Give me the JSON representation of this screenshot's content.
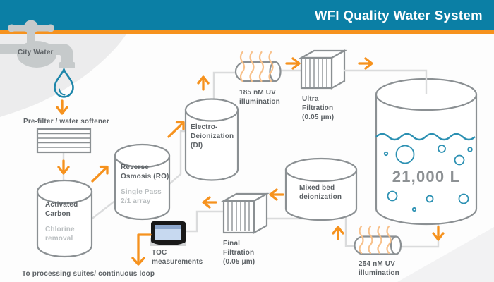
{
  "header": {
    "title": "WFI Quality Water System"
  },
  "source": {
    "label": "City Water"
  },
  "stages": {
    "prefilter": {
      "label": "Pre-filter / water softener"
    },
    "activated_carbon": {
      "name": [
        "Activated",
        "Carbon"
      ],
      "note": [
        "Chlorine",
        "removal"
      ]
    },
    "reverse_osmosis": {
      "name": [
        "Reverse",
        "Osmosis (RO)"
      ],
      "note": [
        "Single Pass",
        "2/1 array"
      ]
    },
    "edi": {
      "name": [
        "Electro-",
        "Deionization",
        "(DI)"
      ]
    },
    "uv185": {
      "name": [
        "185 nM UV",
        "illumination"
      ]
    },
    "ultra_filtration": {
      "name": [
        "Ultra",
        "Filtration",
        "(0.05 μm)"
      ]
    },
    "storage_tank": {
      "volume": "21,000 L"
    },
    "uv254": {
      "name": [
        "254 nM UV",
        "illumination"
      ]
    },
    "mixed_bed": {
      "name": [
        "Mixed bed",
        "deionization"
      ]
    },
    "final_filtration": {
      "name": [
        "Final",
        "Filtration",
        "(0.05 μm)"
      ]
    },
    "toc": {
      "name": [
        "TOC",
        "measurements"
      ]
    },
    "output": {
      "label": "To processing suites/ continuous loop"
    }
  },
  "icons": [
    "faucet-icon",
    "water-drop-icon",
    "uv-lamp-icon",
    "filter-cube-icon",
    "toc-monitor-icon"
  ],
  "colors": {
    "header_teal": "#0b7fa5",
    "accent_orange": "#f6921e",
    "uv_wave_orange": "#f8c18b",
    "outline_gray": "#8b9093",
    "connector_gray": "#dadbdc",
    "text_dark": "#5d6266",
    "text_light": "#bcc0c2",
    "water_teal": "#2b90b2",
    "volume_gray": "#8d9194",
    "background_gray": "#ececed"
  }
}
